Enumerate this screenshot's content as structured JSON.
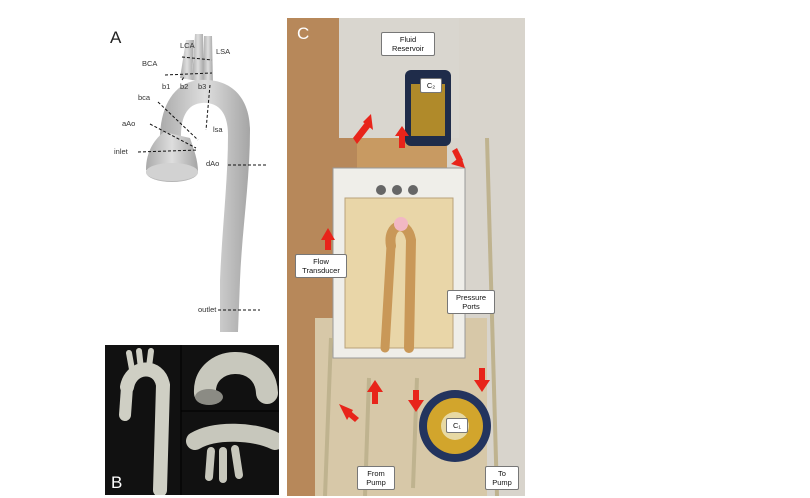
{
  "panels": {
    "a": "A",
    "b": "B",
    "c": "C"
  },
  "labels_a": {
    "lca": "LCA",
    "lsa": "LSA",
    "bca_upper": "BCA",
    "b1": "b1",
    "b2": "b2",
    "b3": "b3",
    "bca_lower": "bca",
    "aao": "aAo",
    "lsa_lower": "lsa",
    "inlet": "inlet",
    "dao": "dAo",
    "outlet": "outlet"
  },
  "callouts_c": {
    "fluid_reservoir": [
      "Fluid",
      "Reservoir"
    ],
    "c2": "C₂",
    "c1": "C₁",
    "flow_transducer": [
      "Flow",
      "Transducer"
    ],
    "pressure_ports": [
      "Pressure",
      "Ports"
    ],
    "from_pump": [
      "From",
      "Pump"
    ],
    "to_pump": [
      "To",
      "Pump"
    ]
  },
  "colors": {
    "arrow": "#e8241a",
    "aorta": "#c9c9c9",
    "photo_bg": "#0d0d0d",
    "wood": "#c89a62"
  }
}
